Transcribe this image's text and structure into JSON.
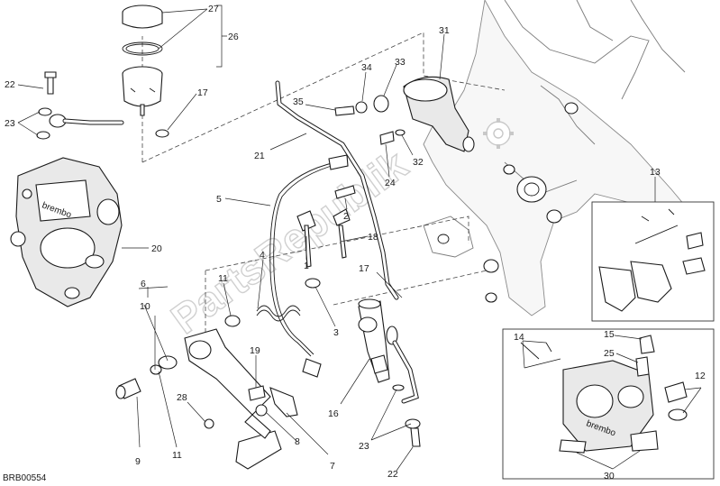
{
  "diagram": {
    "drawing_code": "BRB00554",
    "watermark": "PartsRepublik",
    "callouts": {
      "n27": "27",
      "n26": "26",
      "n17a": "17",
      "n22a": "22",
      "n23a": "23",
      "n20": "20",
      "n21": "21",
      "n5": "5",
      "n35": "35",
      "n34": "34",
      "n33": "33",
      "n31": "31",
      "n32": "32",
      "n24": "24",
      "n2": "2",
      "n1": "1",
      "n18": "18",
      "n17b": "17",
      "n4": "4",
      "n11a": "11",
      "n6": "6",
      "n10": "10",
      "n3": "3",
      "n16": "16",
      "n19": "19",
      "n28": "28",
      "n9": "9",
      "n11b": "11",
      "n8": "8",
      "n7": "7",
      "n23b": "23",
      "n22b": "22",
      "n13": "13",
      "n14": "14",
      "n15": "15",
      "n25": "25",
      "n12": "12",
      "n30": "30"
    }
  }
}
